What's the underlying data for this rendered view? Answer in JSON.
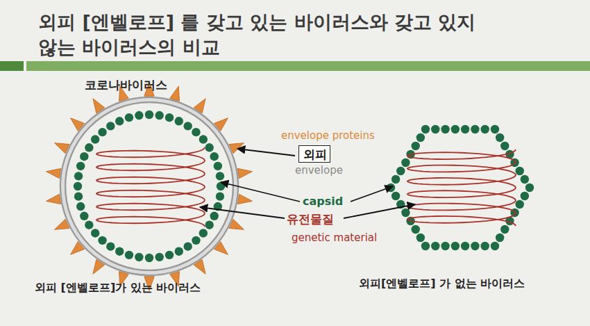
{
  "diagram": {
    "title": "외피 [엔벨로프] 를 갖고 있는 바이러스와 갖고 있지 않는 바이러스의 비교",
    "nodes": [
      {
        "text": [
          "외피"
        ]
      }
    ],
    "labels": [
      "코로나바이러스",
      "envelope proteins",
      "envelope",
      "capsid",
      "유전물질",
      "genetic material",
      "외피 [엔벨로프]가 있는 바이러스",
      "외피[엔벨로프] 가 없는 바이러스"
    ]
  }
}
